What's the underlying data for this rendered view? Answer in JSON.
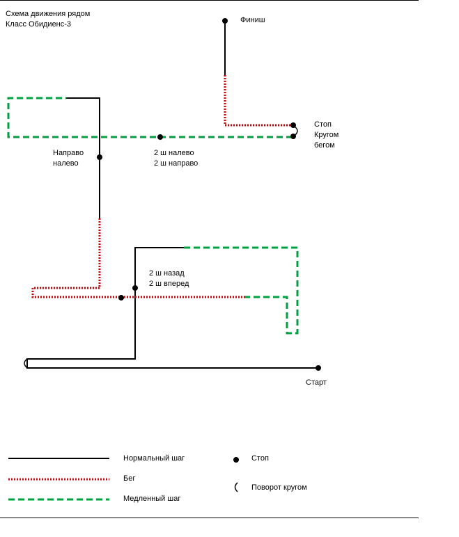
{
  "title": {
    "line1": "Схема движения рядом",
    "line2": "Класс Обидиенс-3"
  },
  "labels": {
    "finish": "Финиш",
    "stop_turn": [
      "Стоп",
      "Кругом",
      "бегом"
    ],
    "left_right": [
      "2 ш налево",
      "2 ш направо"
    ],
    "right_left": [
      "Направо",
      "налево"
    ],
    "back_forward": [
      "2 ш назад",
      "2 ш вперед"
    ],
    "start": "Старт"
  },
  "legend": {
    "normal": "Нормальный шаг",
    "run": "Бег",
    "slow": "Медленный шаг",
    "stop": "Стоп",
    "turn": "Поворот кругом"
  },
  "colors": {
    "normal": "#000000",
    "run": "#cc0000",
    "slow": "#00a040"
  }
}
